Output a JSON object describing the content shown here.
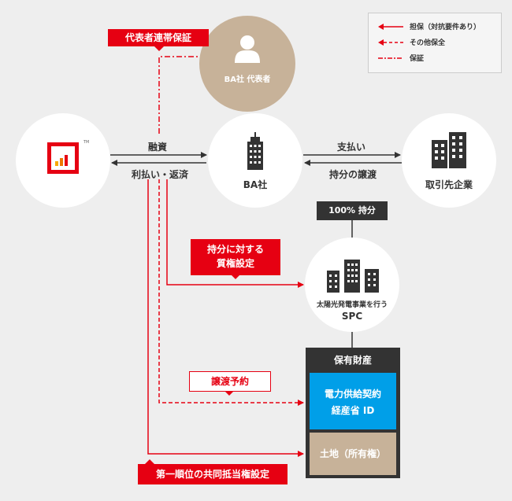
{
  "legend": {
    "items": [
      {
        "label": "担保（対抗要件あり）",
        "style": "solid"
      },
      {
        "label": "その他保全",
        "style": "dashed"
      },
      {
        "label": "保証",
        "style": "dashdot"
      }
    ]
  },
  "nodes": {
    "representative": "BA社 代表者",
    "ba": "BA社",
    "client": "取引先企業",
    "spc_line1": "太陽光発電事業を行う",
    "spc_line2": "SPC",
    "lender_tm": "TM"
  },
  "edges": {
    "financing": "融資",
    "repayment": "利払い・返済",
    "payment": "支払い",
    "transfer": "持分の譲渡",
    "holding": "100% 持分"
  },
  "tags": {
    "guarantee": "代表者連帯保証",
    "pledge_line1": "持分に対する",
    "pledge_line2": "質権設定",
    "reservation": "譲渡予約",
    "mortgage": "第一順位の共同抵当権設定"
  },
  "assets": {
    "title": "保有財産",
    "item1_line1": "電力供給契約",
    "item1_line2": "経産省 ID",
    "item2": "土地（所有権）"
  },
  "colors": {
    "accent": "#e60012",
    "blue": "#009fe8",
    "tan": "#c7b299",
    "dark": "#333333"
  }
}
